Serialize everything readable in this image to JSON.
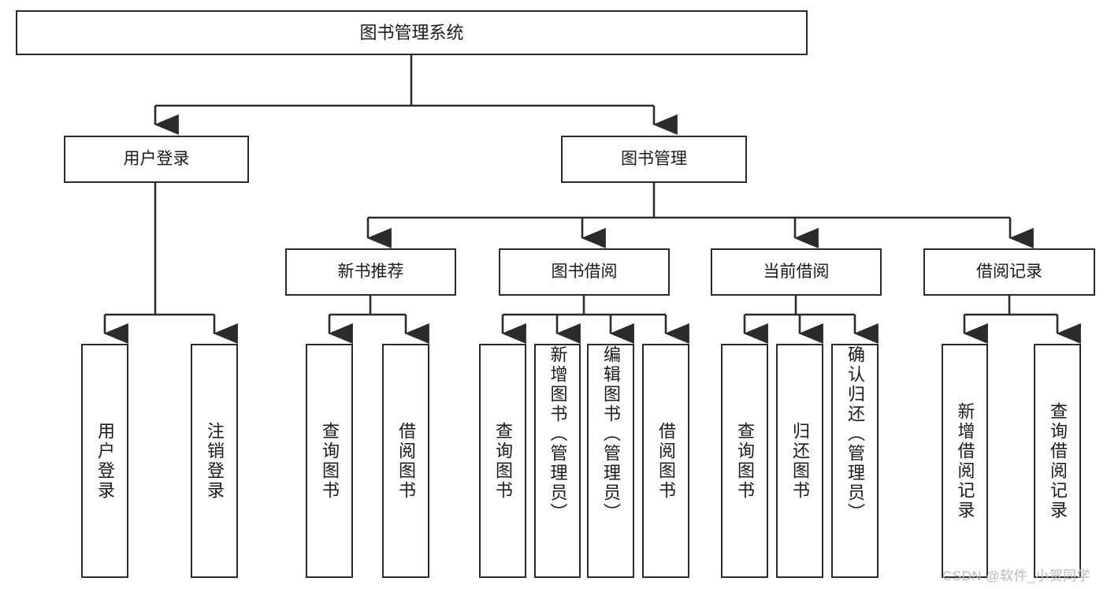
{
  "diagram": {
    "title": "图书管理系统",
    "type": "tree",
    "levels": {
      "root": {
        "label": "图书管理系统"
      },
      "level2": [
        {
          "id": "user-login",
          "label": "用户登录"
        },
        {
          "id": "book-manage",
          "label": "图书管理"
        }
      ],
      "level3": [
        {
          "id": "new-book-recommend",
          "label": "新书推荐"
        },
        {
          "id": "book-borrow",
          "label": "图书借阅"
        },
        {
          "id": "current-borrow",
          "label": "当前借阅"
        },
        {
          "id": "borrow-record",
          "label": "借阅记录"
        }
      ],
      "leaves": [
        {
          "id": "leaf-user-login",
          "label": "用户登录",
          "parent": "user-login"
        },
        {
          "id": "leaf-logout-login",
          "label": "注销登录",
          "parent": "user-login"
        },
        {
          "id": "leaf-query-book-1",
          "label": "查询图书",
          "parent": "new-book-recommend"
        },
        {
          "id": "leaf-borrow-book-1",
          "label": "借阅图书",
          "parent": "new-book-recommend"
        },
        {
          "id": "leaf-query-book-2",
          "label": "查询图书",
          "parent": "book-borrow"
        },
        {
          "id": "leaf-add-book",
          "label": "新增图书（管理员）",
          "parent": "book-borrow"
        },
        {
          "id": "leaf-edit-book",
          "label": "编辑图书（管理员）",
          "parent": "book-borrow"
        },
        {
          "id": "leaf-borrow-book-2",
          "label": "借阅图书",
          "parent": "book-borrow"
        },
        {
          "id": "leaf-query-book-3",
          "label": "查询图书",
          "parent": "current-borrow"
        },
        {
          "id": "leaf-return-book",
          "label": "归还图书",
          "parent": "current-borrow"
        },
        {
          "id": "leaf-confirm-return",
          "label": "确认归还（管理员）",
          "parent": "current-borrow"
        },
        {
          "id": "leaf-add-borrow-record",
          "label": "新增借阅记录",
          "parent": "borrow-record"
        },
        {
          "id": "leaf-query-borrow-record",
          "label": "查询借阅记录",
          "parent": "borrow-record"
        }
      ]
    },
    "colors": {
      "box_border": "#2b2b2b",
      "box_fill": "#ffffff",
      "connector": "#2b2b2b",
      "text": "#1a1a1a",
      "watermark": "#b9b9b9"
    }
  },
  "watermark": {
    "text": "CSDN @软件_小贺同学"
  }
}
